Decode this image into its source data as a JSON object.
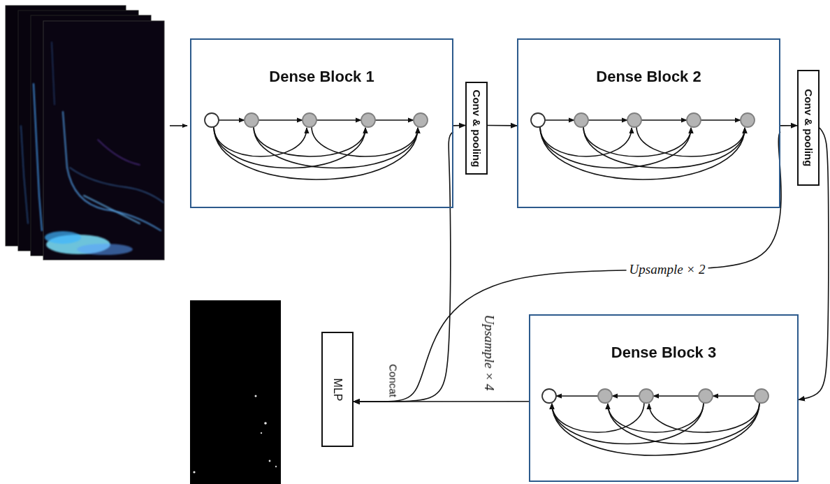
{
  "diagram": {
    "nodes": [
      {
        "text": [
          "Dense Block 1"
        ]
      },
      {
        "text": [
          "Conv & pooling"
        ]
      },
      {
        "text": [
          "Dense Block 2"
        ]
      },
      {
        "text": [
          "Conv & pooling"
        ]
      },
      {
        "text": [
          "Dense Block 3"
        ]
      },
      {
        "text": [
          "MLP"
        ]
      }
    ],
    "edges": [
      {
        "from": 0,
        "to": 1,
        "arrow": "to"
      },
      {
        "from": 1,
        "to": 2,
        "arrow": "to"
      },
      {
        "from": 2,
        "to": 3,
        "arrow": "to"
      },
      {
        "from": 3,
        "to": 4,
        "arrow": "to"
      },
      {
        "from": 4,
        "to": 5,
        "label": "Upsample × 4",
        "arrow": "to"
      },
      {
        "from": 2,
        "to": 5,
        "label": "Upsample × 2",
        "arrow": "to"
      },
      {
        "from": 0,
        "to": 5,
        "arrow": "to"
      }
    ],
    "labels": [
      "Concat"
    ]
  }
}
